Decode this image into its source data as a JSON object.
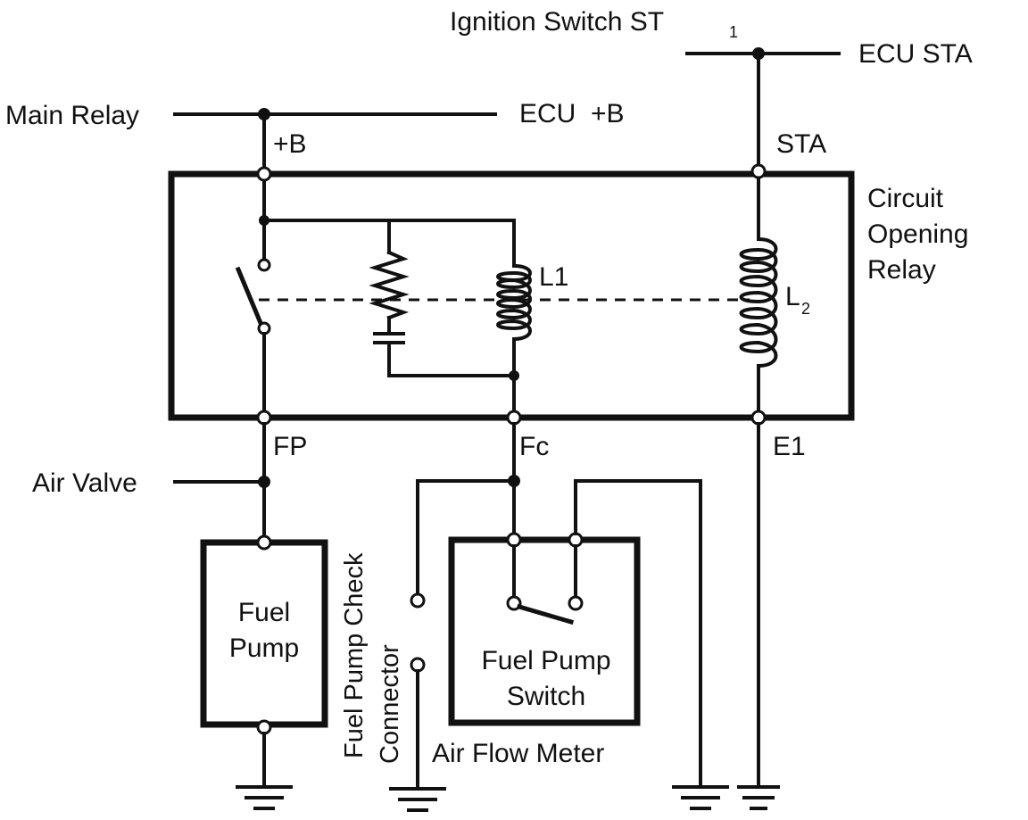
{
  "labels": {
    "ignition_switch": "Ignition Switch ST",
    "ignition_switch_sub": "1",
    "ecu_sta": "ECU STA",
    "main_relay": "Main Relay",
    "ecu_b": "ECU  +B",
    "term_b": "+B",
    "term_sta": "STA",
    "relay_name": [
      "Circuit",
      "Opening",
      "Relay"
    ],
    "l1": "L1",
    "l2": "L",
    "l2_sub": "2",
    "term_fp": "FP",
    "term_fc": "Fc",
    "term_e1": "E1",
    "air_valve": "Air Valve",
    "fuel_pump": [
      "Fuel",
      "Pump"
    ],
    "fuel_pump_switch": [
      "Fuel Pump",
      "Switch"
    ],
    "check_connector": [
      "Fuel Pump Check",
      "Connector"
    ],
    "air_flow_meter": "Air Flow Meter"
  }
}
